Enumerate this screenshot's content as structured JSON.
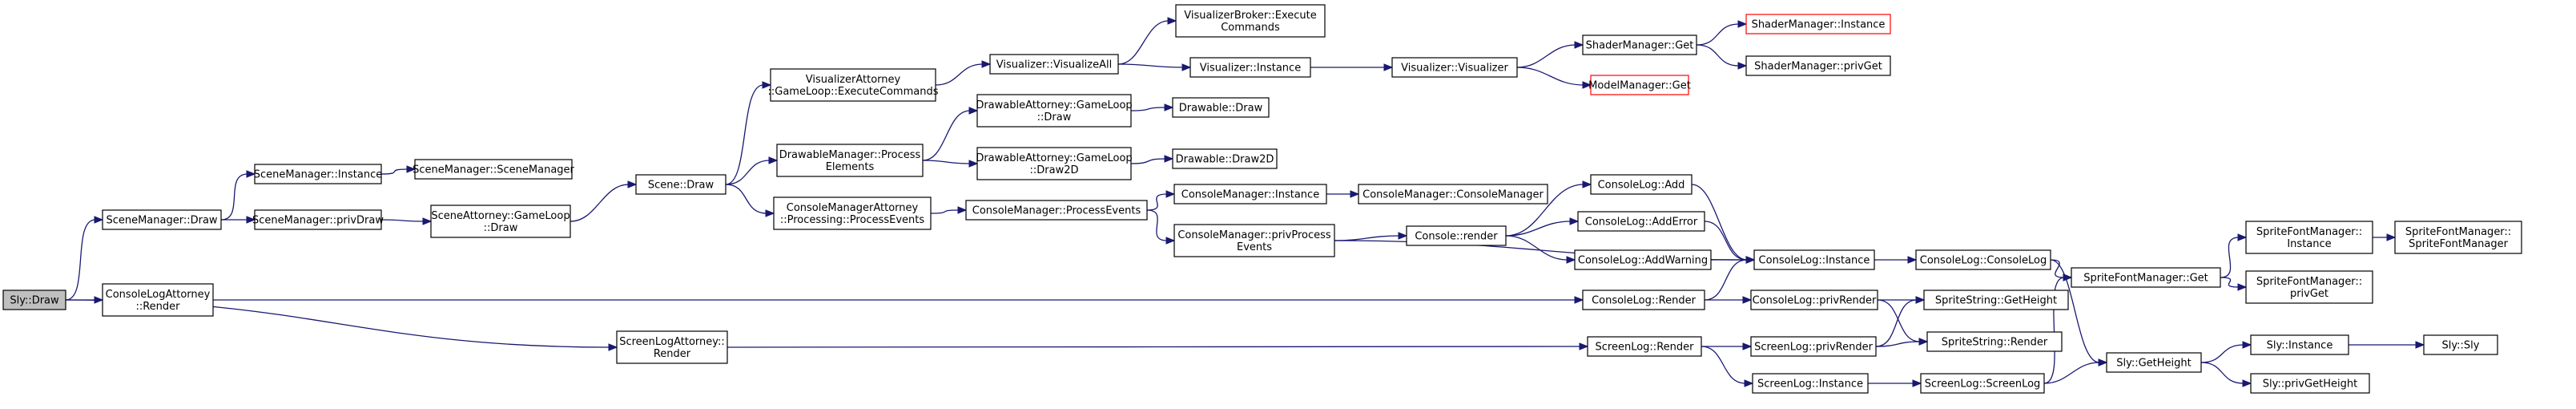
{
  "diagram": {
    "kind": "call-graph",
    "colors": {
      "edge": "#191970",
      "node_border": "#000000",
      "truncated_border": "#ff0000",
      "current_fill": "#bfbfbf"
    },
    "nodes": [
      {
        "id": "sly_draw",
        "lines": [
          "Sly::Draw"
        ],
        "style": "current"
      },
      {
        "id": "scenemgr_draw",
        "lines": [
          "SceneManager::Draw"
        ]
      },
      {
        "id": "consolelogatt_render",
        "lines": [
          "ConsoleLogAttorney",
          "::Render"
        ]
      },
      {
        "id": "screenlogatt_render",
        "lines": [
          "ScreenLogAttorney::",
          "Render"
        ]
      },
      {
        "id": "scenemgr_instance",
        "lines": [
          "SceneManager::Instance"
        ]
      },
      {
        "id": "scenemgr_privdraw",
        "lines": [
          "SceneManager::privDraw"
        ]
      },
      {
        "id": "scenemgr_ctor",
        "lines": [
          "SceneManager::SceneManager"
        ]
      },
      {
        "id": "sceneatt_draw",
        "lines": [
          "SceneAttorney::GameLoop",
          "::Draw"
        ]
      },
      {
        "id": "scene_draw",
        "lines": [
          "Scene::Draw"
        ]
      },
      {
        "id": "visatt_exec",
        "lines": [
          "VisualizerAttorney",
          "::GameLoop::ExecuteCommands"
        ]
      },
      {
        "id": "drawmgr_process",
        "lines": [
          "DrawableManager::Process",
          "Elements"
        ]
      },
      {
        "id": "consolemgratt_process",
        "lines": [
          "ConsoleManagerAttorney",
          "::Processing::ProcessEvents"
        ]
      },
      {
        "id": "vis_visualizeall",
        "lines": [
          "Visualizer::VisualizeAll"
        ]
      },
      {
        "id": "drawatt_draw",
        "lines": [
          "DrawableAttorney::GameLoop",
          "::Draw"
        ]
      },
      {
        "id": "drawatt_draw2d",
        "lines": [
          "DrawableAttorney::GameLoop",
          "::Draw2D"
        ]
      },
      {
        "id": "consolemgr_process",
        "lines": [
          "ConsoleManager::ProcessEvents"
        ]
      },
      {
        "id": "visbroker_exec",
        "lines": [
          "VisualizerBroker::Execute",
          "Commands"
        ]
      },
      {
        "id": "vis_instance",
        "lines": [
          "Visualizer::Instance"
        ]
      },
      {
        "id": "drawable_draw",
        "lines": [
          "Drawable::Draw"
        ]
      },
      {
        "id": "drawable_draw2d",
        "lines": [
          "Drawable::Draw2D"
        ]
      },
      {
        "id": "consolemgr_instance",
        "lines": [
          "ConsoleManager::Instance"
        ]
      },
      {
        "id": "consolemgr_privprocess",
        "lines": [
          "ConsoleManager::privProcess",
          "Events"
        ]
      },
      {
        "id": "vis_ctor",
        "lines": [
          "Visualizer::Visualizer"
        ]
      },
      {
        "id": "consolemgr_ctor",
        "lines": [
          "ConsoleManager::ConsoleManager"
        ]
      },
      {
        "id": "console_render",
        "lines": [
          "Console::render"
        ]
      },
      {
        "id": "shadermgr_get",
        "lines": [
          "ShaderManager::Get"
        ]
      },
      {
        "id": "modelmgr_get",
        "lines": [
          "ModelManager::Get"
        ],
        "style": "truncated"
      },
      {
        "id": "consolelog_add",
        "lines": [
          "ConsoleLog::Add"
        ]
      },
      {
        "id": "consolelog_adderror",
        "lines": [
          "ConsoleLog::AddError"
        ]
      },
      {
        "id": "consolelog_addwarning",
        "lines": [
          "ConsoleLog::AddWarning"
        ]
      },
      {
        "id": "consolelog_render",
        "lines": [
          "ConsoleLog::Render"
        ]
      },
      {
        "id": "screenlog_render",
        "lines": [
          "ScreenLog::Render"
        ]
      },
      {
        "id": "screenlog_instance",
        "lines": [
          "ScreenLog::Instance"
        ]
      },
      {
        "id": "shadermgr_instance",
        "lines": [
          "ShaderManager::Instance"
        ],
        "style": "truncated"
      },
      {
        "id": "shadermgr_privget",
        "lines": [
          "ShaderManager::privGet"
        ]
      },
      {
        "id": "consolelog_instance",
        "lines": [
          "ConsoleLog::Instance"
        ]
      },
      {
        "id": "consolelog_privrender",
        "lines": [
          "ConsoleLog::privRender"
        ]
      },
      {
        "id": "screenlog_privrender",
        "lines": [
          "ScreenLog::privRender"
        ]
      },
      {
        "id": "screenlog_ctor",
        "lines": [
          "ScreenLog::ScreenLog"
        ]
      },
      {
        "id": "consolelog_ctor",
        "lines": [
          "ConsoleLog::ConsoleLog"
        ]
      },
      {
        "id": "spritestring_getheight",
        "lines": [
          "SpriteString::GetHeight"
        ]
      },
      {
        "id": "spritestring_render",
        "lines": [
          "SpriteString::Render"
        ]
      },
      {
        "id": "spritefontmgr_get",
        "lines": [
          "SpriteFontManager::Get"
        ]
      },
      {
        "id": "sly_getheight",
        "lines": [
          "Sly::GetHeight"
        ]
      },
      {
        "id": "spritefontmgr_instance",
        "lines": [
          "SpriteFontManager::",
          "Instance"
        ]
      },
      {
        "id": "spritefontmgr_privget",
        "lines": [
          "SpriteFontManager::",
          "privGet"
        ]
      },
      {
        "id": "sly_instance",
        "lines": [
          "Sly::Instance"
        ]
      },
      {
        "id": "sly_privgetheight",
        "lines": [
          "Sly::privGetHeight"
        ]
      },
      {
        "id": "spritefontmgr_ctor",
        "lines": [
          "SpriteFontManager::",
          "SpriteFontManager"
        ]
      },
      {
        "id": "sly_ctor",
        "lines": [
          "Sly::Sly"
        ]
      }
    ],
    "edges": [
      [
        "sly_draw",
        "scenemgr_draw"
      ],
      [
        "sly_draw",
        "consolelogatt_render"
      ],
      [
        "sly_draw",
        "screenlogatt_render"
      ],
      [
        "scenemgr_draw",
        "scenemgr_instance"
      ],
      [
        "scenemgr_draw",
        "scenemgr_privdraw"
      ],
      [
        "scenemgr_instance",
        "scenemgr_ctor"
      ],
      [
        "scenemgr_privdraw",
        "sceneatt_draw"
      ],
      [
        "sceneatt_draw",
        "scene_draw"
      ],
      [
        "scene_draw",
        "visatt_exec"
      ],
      [
        "scene_draw",
        "drawmgr_process"
      ],
      [
        "scene_draw",
        "consolemgratt_process"
      ],
      [
        "visatt_exec",
        "vis_visualizeall"
      ],
      [
        "vis_visualizeall",
        "visbroker_exec"
      ],
      [
        "vis_visualizeall",
        "vis_instance"
      ],
      [
        "vis_instance",
        "vis_ctor"
      ],
      [
        "vis_ctor",
        "shadermgr_get"
      ],
      [
        "vis_ctor",
        "modelmgr_get"
      ],
      [
        "shadermgr_get",
        "shadermgr_instance"
      ],
      [
        "shadermgr_get",
        "shadermgr_privget"
      ],
      [
        "drawmgr_process",
        "drawatt_draw"
      ],
      [
        "drawmgr_process",
        "drawatt_draw2d"
      ],
      [
        "drawatt_draw",
        "drawable_draw"
      ],
      [
        "drawatt_draw2d",
        "drawable_draw2d"
      ],
      [
        "consolemgratt_process",
        "consolemgr_process"
      ],
      [
        "consolemgr_process",
        "consolemgr_instance"
      ],
      [
        "consolemgr_process",
        "consolemgr_privprocess"
      ],
      [
        "consolemgr_instance",
        "consolemgr_ctor"
      ],
      [
        "consolemgr_privprocess",
        "console_render"
      ],
      [
        "consolemgr_privprocess",
        "consolelog_instance"
      ],
      [
        "console_render",
        "consolelog_add"
      ],
      [
        "console_render",
        "consolelog_adderror"
      ],
      [
        "console_render",
        "consolelog_addwarning"
      ],
      [
        "consolelog_add",
        "consolelog_instance"
      ],
      [
        "consolelog_adderror",
        "consolelog_instance"
      ],
      [
        "consolelog_addwarning",
        "consolelog_instance"
      ],
      [
        "consolelogatt_render",
        "consolelog_render"
      ],
      [
        "consolelog_render",
        "consolelog_instance"
      ],
      [
        "consolelog_render",
        "consolelog_privrender"
      ],
      [
        "consolelog_instance",
        "consolelog_ctor"
      ],
      [
        "consolelog_ctor",
        "spritefontmgr_get"
      ],
      [
        "consolelog_ctor",
        "sly_getheight"
      ],
      [
        "consolelog_privrender",
        "spritestring_getheight"
      ],
      [
        "consolelog_privrender",
        "spritestring_render"
      ],
      [
        "screenlogatt_render",
        "screenlog_render"
      ],
      [
        "screenlog_render",
        "screenlog_privrender"
      ],
      [
        "screenlog_render",
        "screenlog_instance"
      ],
      [
        "screenlog_privrender",
        "spritestring_getheight"
      ],
      [
        "screenlog_privrender",
        "spritestring_render"
      ],
      [
        "screenlog_instance",
        "screenlog_ctor"
      ],
      [
        "screenlog_ctor",
        "spritefontmgr_get"
      ],
      [
        "screenlog_ctor",
        "sly_getheight"
      ],
      [
        "spritefontmgr_get",
        "spritefontmgr_instance"
      ],
      [
        "spritefontmgr_get",
        "spritefontmgr_privget"
      ],
      [
        "spritefontmgr_instance",
        "spritefontmgr_ctor"
      ],
      [
        "sly_getheight",
        "sly_instance"
      ],
      [
        "sly_getheight",
        "sly_privgetheight"
      ],
      [
        "sly_instance",
        "sly_ctor"
      ]
    ]
  }
}
